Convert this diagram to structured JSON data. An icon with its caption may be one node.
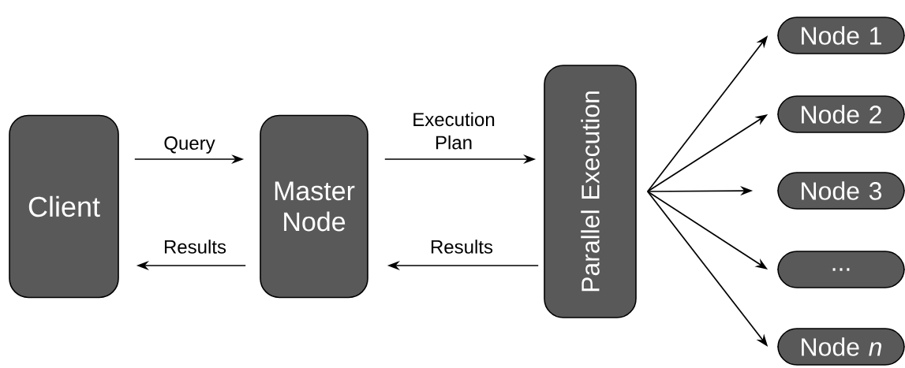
{
  "diagram": {
    "nodes": [
      {
        "text": [
          "Client"
        ]
      },
      {
        "text": [
          "Master Node"
        ]
      },
      {
        "text": [
          "Parallel Execution"
        ]
      },
      {
        "text": [
          "Node 1"
        ]
      },
      {
        "text": [
          "Node 2"
        ]
      },
      {
        "text": [
          "Node 3"
        ]
      },
      {
        "text": [
          "..."
        ]
      },
      {
        "text": [
          "Node *n*"
        ]
      }
    ],
    "edges": [
      {
        "from": 0,
        "to": 1,
        "arrow": "to",
        "label": "Query"
      },
      {
        "from": 1,
        "to": 2,
        "arrow": "to",
        "label": "Execution Plan"
      },
      {
        "from": 2,
        "to": 1,
        "arrow": "to",
        "label": "Results"
      },
      {
        "from": 1,
        "to": 0,
        "arrow": "to",
        "label": "Results"
      },
      {
        "from": 2,
        "to": 3,
        "arrow": "to"
      },
      {
        "from": 2,
        "to": 4,
        "arrow": "to"
      },
      {
        "from": 2,
        "to": 5,
        "arrow": "to"
      },
      {
        "from": 2,
        "to": 6,
        "arrow": "to"
      },
      {
        "from": 2,
        "to": 7,
        "arrow": "to"
      }
    ]
  }
}
